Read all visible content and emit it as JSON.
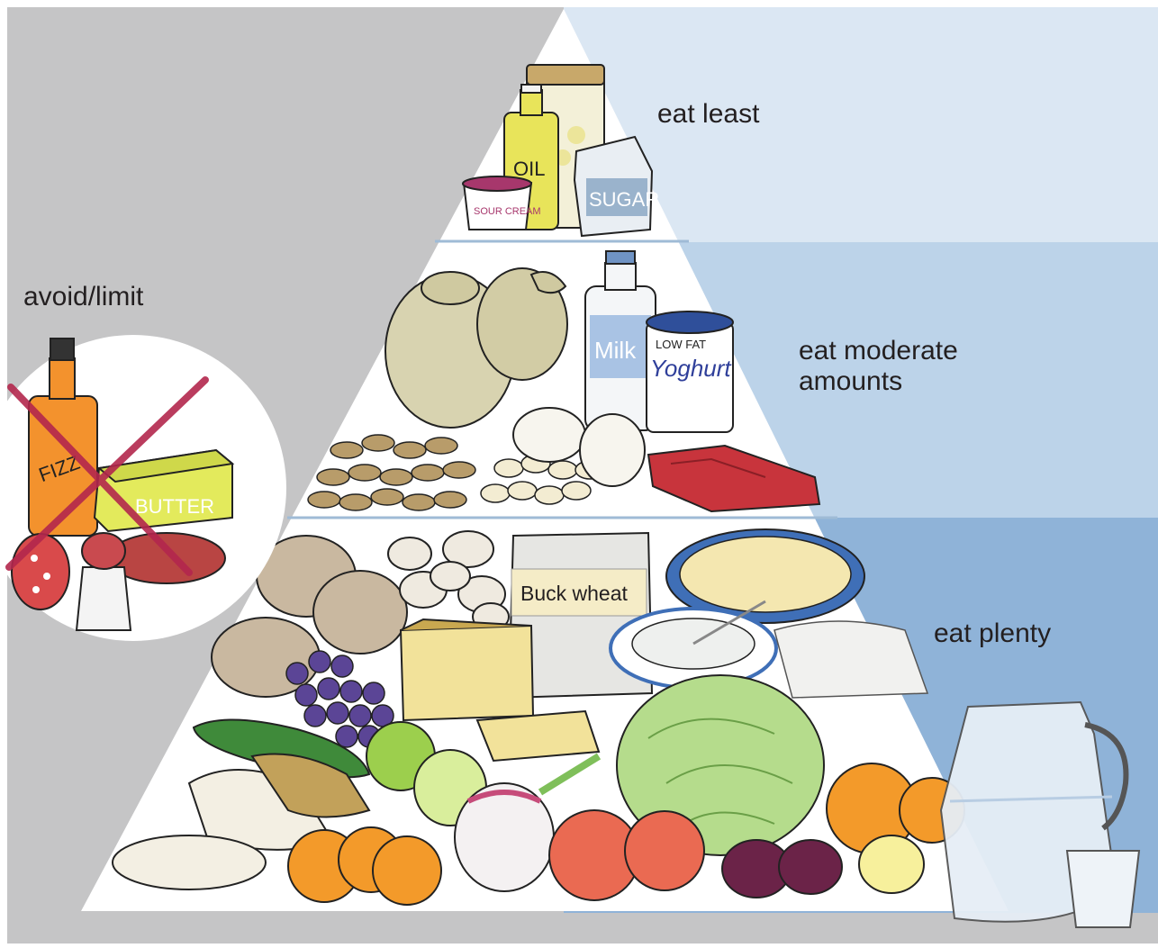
{
  "diagram": {
    "tiers": [
      {
        "id": "top",
        "label": "eat least",
        "band_color": "#dbe7f3"
      },
      {
        "id": "middle",
        "label": "eat moderate\namounts",
        "band_color": "#bcd3e9"
      },
      {
        "id": "bottom",
        "label": "eat plenty",
        "band_color": "#8fb3d8"
      }
    ],
    "avoid": {
      "label": "avoid/limit",
      "panel_color": "#c5c5c6"
    },
    "item_labels": {
      "oil": "OIL",
      "sour_cream": "SOUR CREAM",
      "sugar": "SUGAR",
      "milk": "Milk",
      "yoghurt_top": "LOW FAT",
      "yoghurt": "Yoghurt",
      "buckwheat": "Buck wheat",
      "fizz": "FIZZ",
      "butter": "BUTTER"
    },
    "icons": [
      "jar-icon",
      "oil-bottle-icon",
      "sour-cream-icon",
      "sugar-bag-icon",
      "chicken-icon",
      "milk-bottle-icon",
      "yoghurt-icon",
      "almonds-icon",
      "cashews-icon",
      "eggs-icon",
      "meat-icon",
      "potatoes-icon",
      "mushrooms-icon",
      "buckwheat-bag-icon",
      "pasta-icon",
      "bread-icon",
      "grapes-icon",
      "cucumber-icon",
      "apple-icon",
      "onion-icon",
      "lettuce-icon",
      "peach-icon",
      "orange-icon",
      "plum-icon",
      "water-jug-icon",
      "glass-icon",
      "fizz-bottle-icon",
      "butter-icon",
      "salami-icon",
      "salt-shaker-icon",
      "cross-icon"
    ]
  }
}
